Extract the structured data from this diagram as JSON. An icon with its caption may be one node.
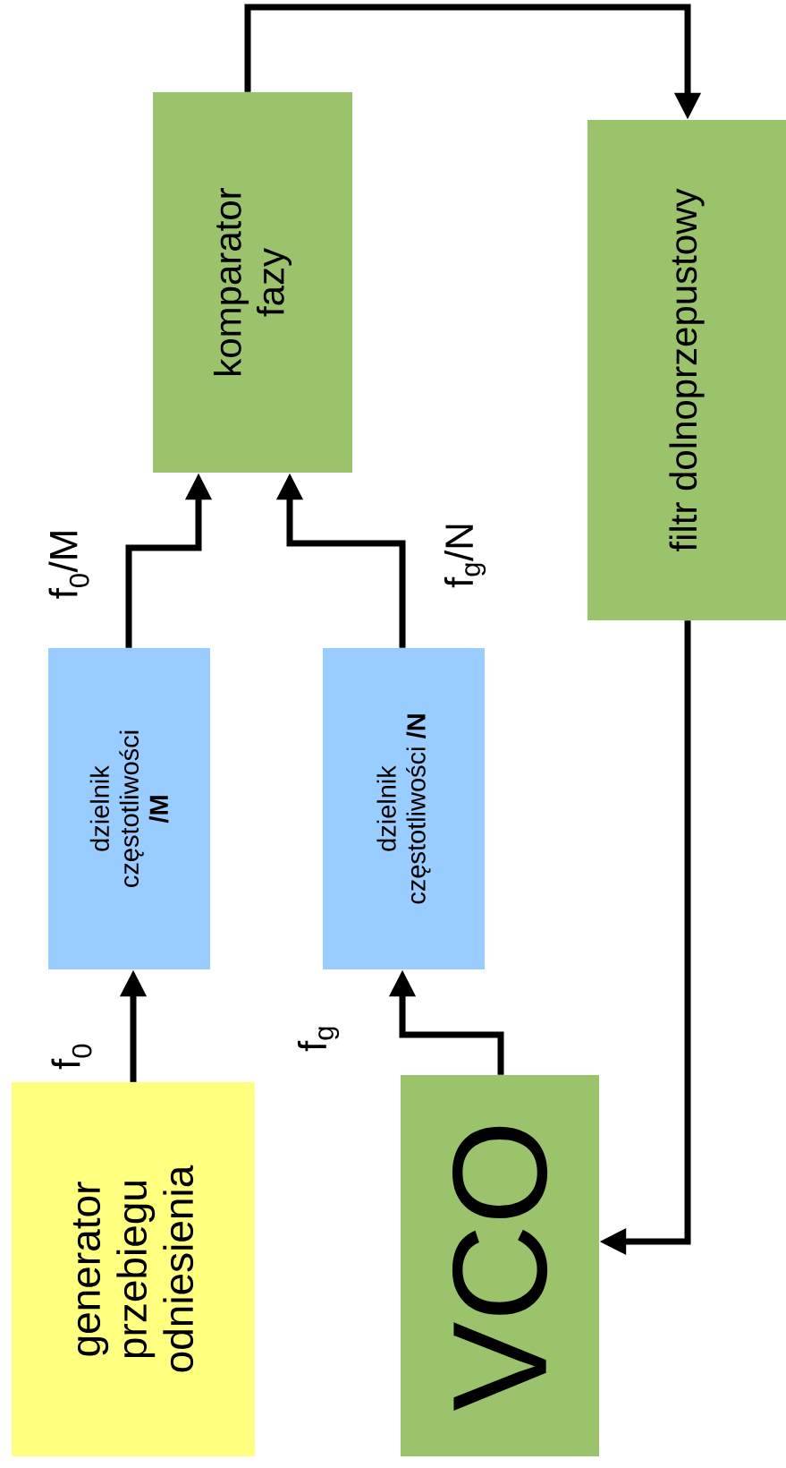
{
  "diagram": {
    "nodes": [
      {
        "text": [
          "generator przebiegu odniesienia"
        ]
      },
      {
        "text": [
          "dzielnik częstotliwości **/M**"
        ]
      },
      {
        "text": [
          "dzielnik częstotliwości **/N**"
        ]
      },
      {
        "text": [
          "VCO"
        ]
      },
      {
        "text": [
          "komparator fazy"
        ]
      },
      {
        "text": [
          "filtr dolnoprzepustowy"
        ]
      }
    ],
    "edges": [
      {
        "from": 0,
        "to": 1,
        "arrow": "to",
        "label": "f$_{0}$"
      },
      {
        "from": 3,
        "to": 2,
        "arrow": "to",
        "label": "f$_{g}$"
      },
      {
        "from": 1,
        "to": 4,
        "arrow": "to",
        "label": "f$_{0}$/M"
      },
      {
        "from": 2,
        "to": 4,
        "arrow": "to",
        "label": "f$_{g}$/N"
      },
      {
        "from": 4,
        "to": 5,
        "arrow": "to"
      },
      {
        "from": 5,
        "to": 3,
        "arrow": "to"
      }
    ]
  }
}
